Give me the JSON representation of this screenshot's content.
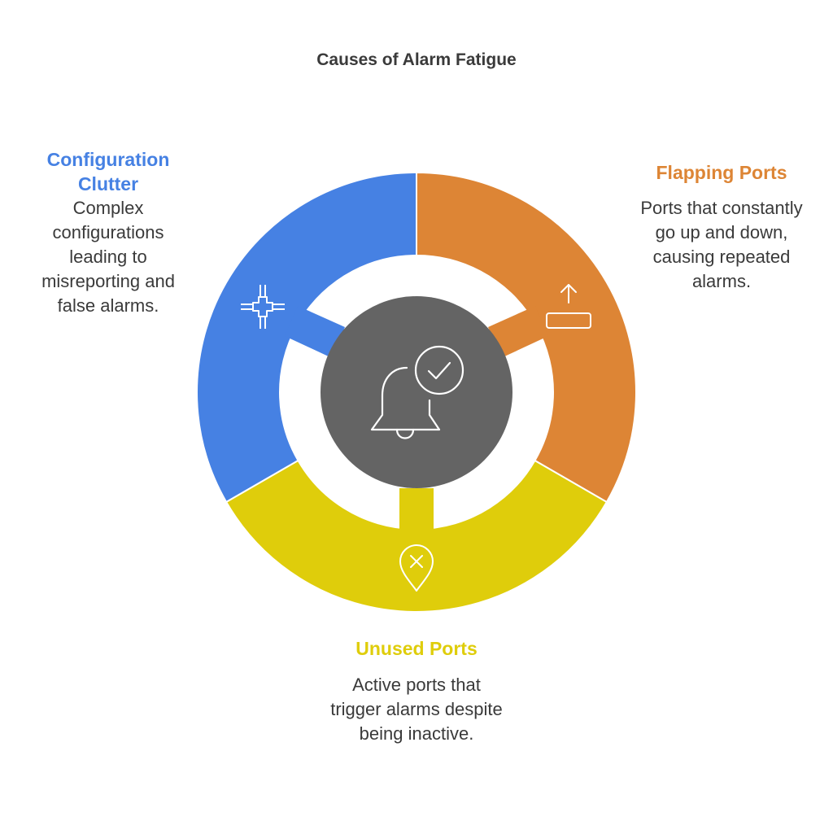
{
  "title": "Causes of Alarm Fatigue",
  "colors": {
    "configuration": "#4681e3",
    "flapping": "#dd8535",
    "unused": "#dfcd0b",
    "center": "#646464",
    "text": "#3a3a3a"
  },
  "center_icon": "bell-check-icon",
  "causes": [
    {
      "id": "configuration-clutter",
      "heading": "Configuration Clutter",
      "description": "Complex configurations leading to misreporting and false alarms.",
      "icon": "circuit-chip-icon",
      "color": "#4681e3"
    },
    {
      "id": "flapping-ports",
      "heading": "Flapping Ports",
      "description": "Ports that constantly go up and down, causing repeated alarms.",
      "icon": "upload-tray-icon",
      "color": "#dd8535"
    },
    {
      "id": "unused-ports",
      "heading": "Unused Ports",
      "description": "Active ports that trigger alarms despite being inactive.",
      "icon": "location-x-icon",
      "color": "#dfcd0b"
    }
  ]
}
